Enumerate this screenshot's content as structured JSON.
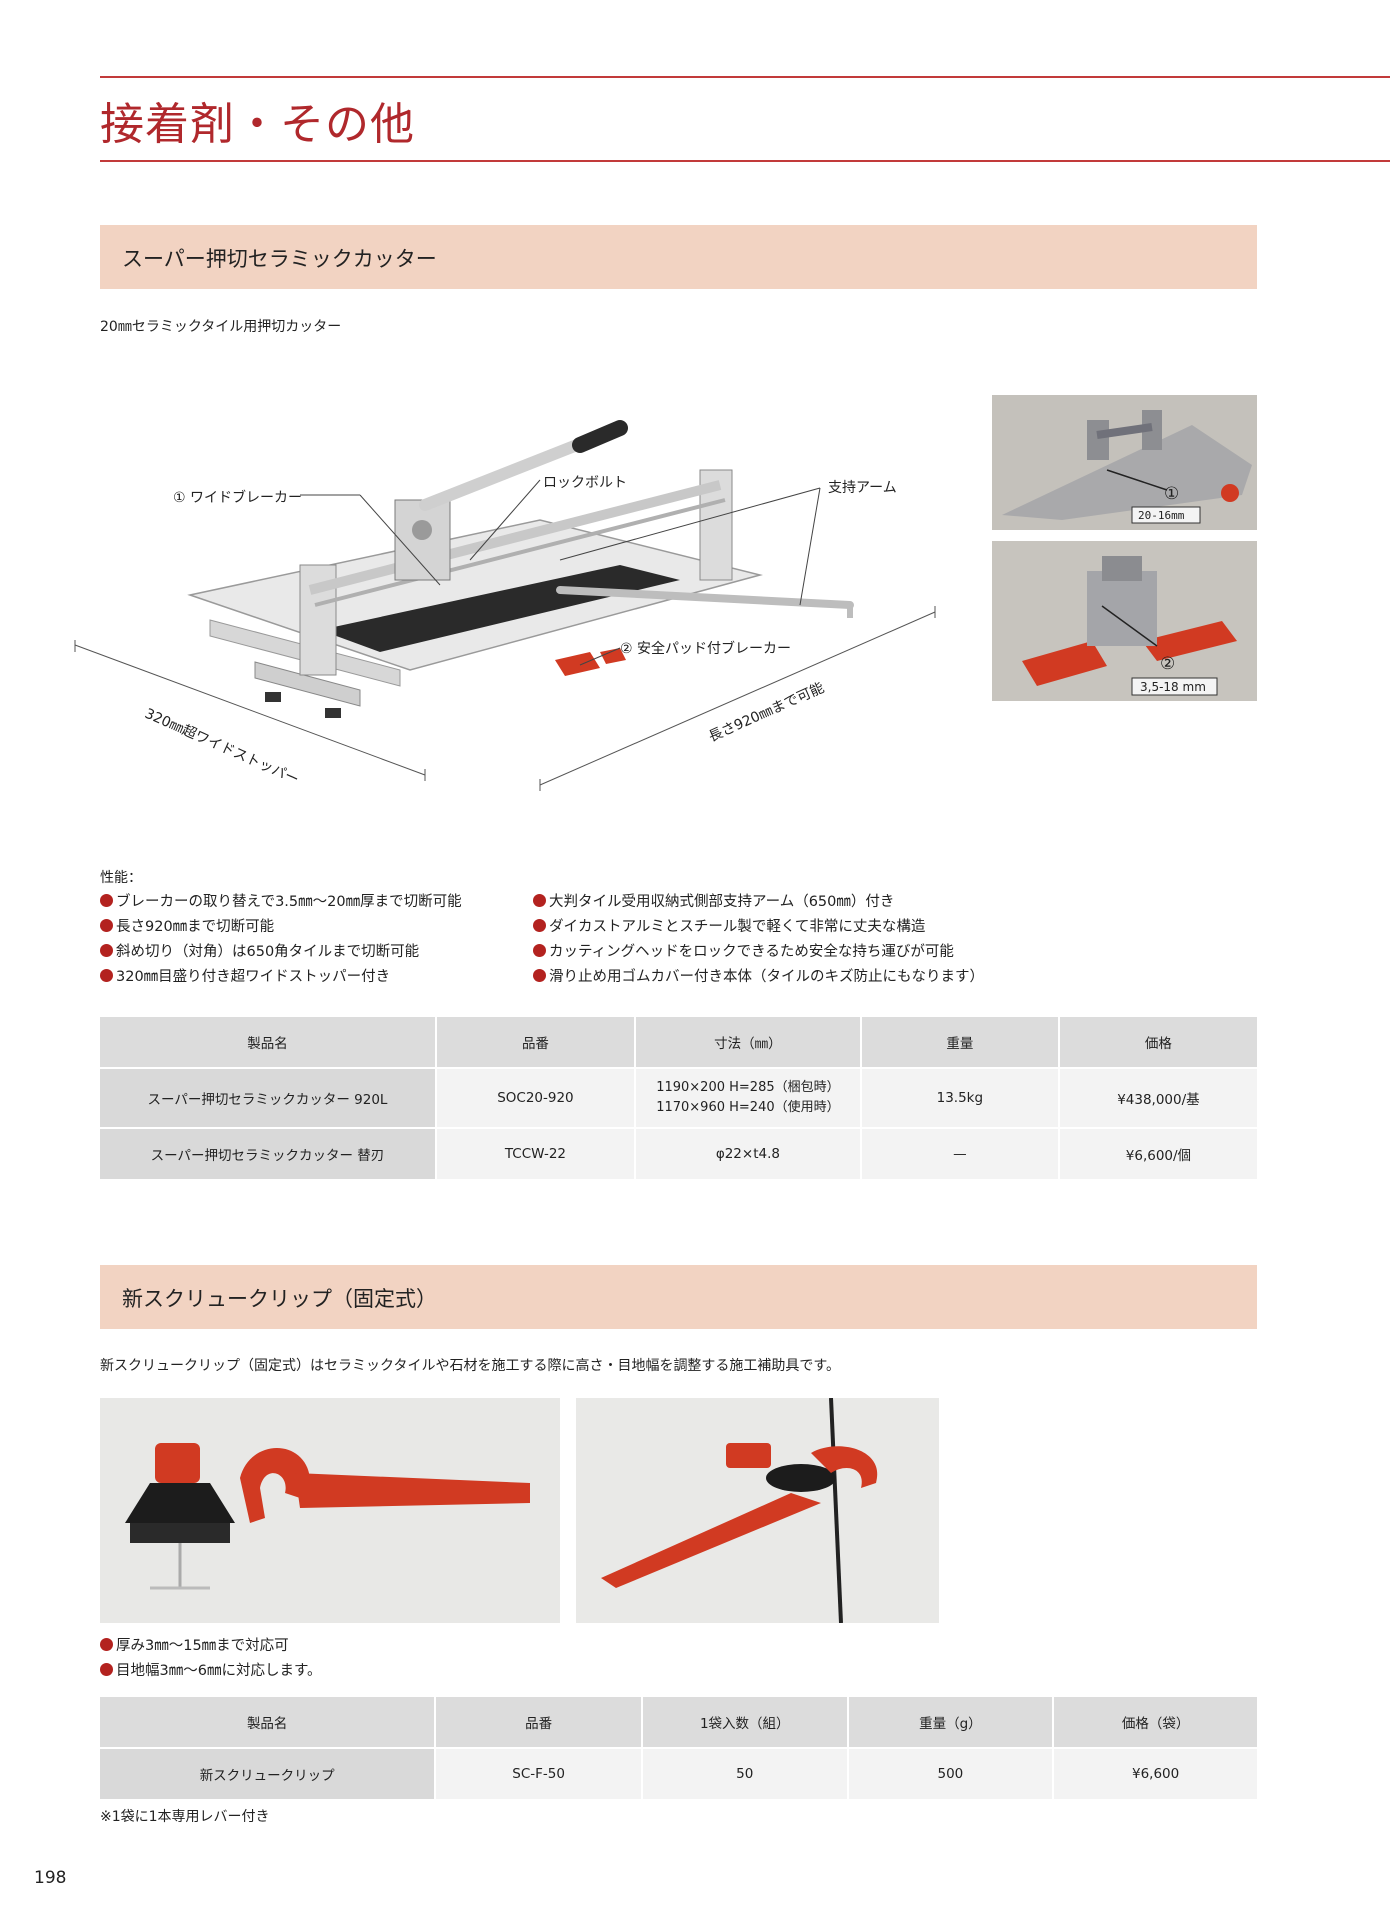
{
  "page_title": "接着剤・その他",
  "page_number": "198",
  "cutter": {
    "heading": "スーパー押切セラミックカッター",
    "subtitle": "20㎜セラミックタイル用押切カッター",
    "callouts": {
      "wide_breaker": "① ワイドブレーカー",
      "lock_bolt": "ロックボルト",
      "support_arm": "支持アーム",
      "safety_pad_breaker": "② 安全パッド付ブレーカー",
      "wide_stopper": "320㎜超ワイドストッパー",
      "length": "長さ920㎜まで可能"
    },
    "detail_photos": [
      {
        "label": "20-16mm",
        "marker": "①"
      },
      {
        "label": "3,5-18 mm",
        "marker": "②"
      }
    ],
    "performance_label": "性能：",
    "features_left": [
      "ブレーカーの取り替えで3.5㎜〜20㎜厚まで切断可能",
      "長さ920㎜まで切断可能",
      "斜め切り（対角）は650角タイルまで切断可能",
      "320㎜目盛り付き超ワイドストッパー付き"
    ],
    "features_right": [
      "大判タイル受用収納式側部支持アーム（650㎜）付き",
      "ダイカストアルミとスチール製で軽くて非常に丈夫な構造",
      "カッティングヘッドをロックできるため安全な持ち運びが可能",
      "滑り止め用ゴムカバー付き本体（タイルのキズ防止にもなります）"
    ],
    "table": {
      "headers": [
        "製品名",
        "品番",
        "寸法（㎜）",
        "重量",
        "価格"
      ],
      "rows": [
        {
          "name": "スーパー押切セラミックカッター 920L",
          "code": "SOC20-920",
          "dim1": "1190×200 H=285（梱包時）",
          "dim2": "1170×960 H=240（使用時）",
          "weight": "13.5kg",
          "price": "¥438,000/基"
        },
        {
          "name": "スーパー押切セラミックカッター 替刃",
          "code": "TCCW-22",
          "dim1": "φ22×t4.8",
          "dim2": "",
          "weight": "—",
          "price": "¥6,600/個"
        }
      ]
    }
  },
  "clip": {
    "heading": "新スクリュークリップ（固定式）",
    "description": "新スクリュークリップ（固定式）はセラミックタイルや石材を施工する際に高さ・目地幅を調整する施工補助具です。",
    "features": [
      "厚み3㎜〜15㎜まで対応可",
      "目地幅3㎜〜6㎜に対応します。"
    ],
    "table": {
      "headers": [
        "製品名",
        "品番",
        "1袋入数（組）",
        "重量（g）",
        "価格（袋）"
      ],
      "rows": [
        {
          "name": "新スクリュークリップ",
          "code": "SC-F-50",
          "qty": "50",
          "weight": "500",
          "price": "¥6,600"
        }
      ]
    },
    "note": "※1袋に1本専用レバー付き"
  },
  "colors": {
    "accent": "#b0282c",
    "section_bg": "#f2d3c2",
    "bullet": "#b3221f",
    "tool_red": "#d13a22"
  }
}
